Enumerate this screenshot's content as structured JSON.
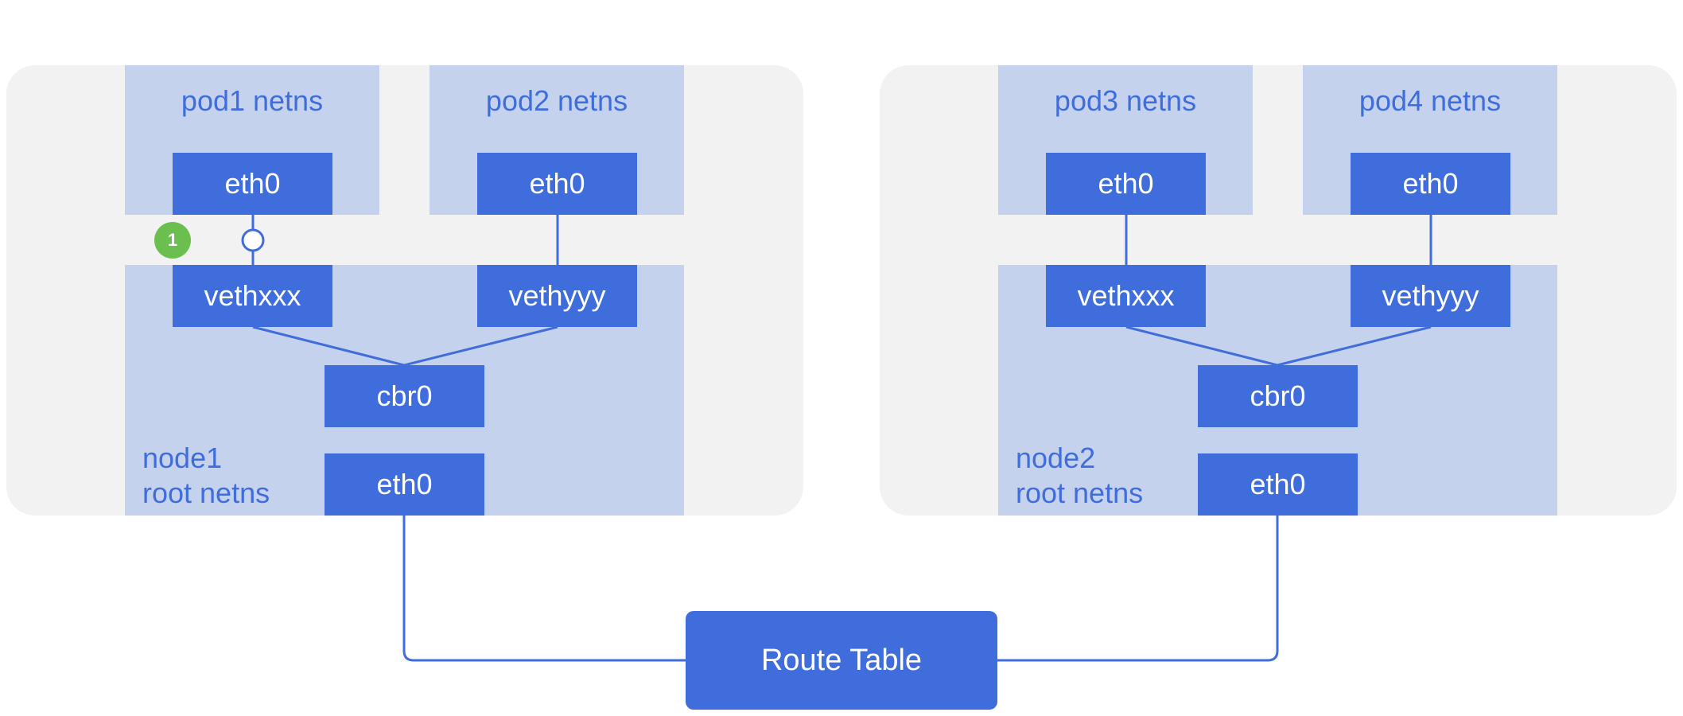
{
  "colors": {
    "interface": "#3f6ddc",
    "netns": "#c5d2ed",
    "panel": "#f2f2f2",
    "badge": "#6bbf4e",
    "line": "#3f6ddc"
  },
  "node1": {
    "pod1_label": "pod1 netns",
    "pod2_label": "pod2 netns",
    "pod1_eth": "eth0",
    "pod2_eth": "eth0",
    "veth_a": "vethxxx",
    "veth_b": "vethyyy",
    "bridge": "cbr0",
    "root_line1": "node1",
    "root_line2": "root netns",
    "root_eth": "eth0",
    "badge": "1"
  },
  "node2": {
    "pod3_label": "pod3 netns",
    "pod4_label": "pod4 netns",
    "pod3_eth": "eth0",
    "pod4_eth": "eth0",
    "veth_a": "vethxxx",
    "veth_b": "vethyyy",
    "bridge": "cbr0",
    "root_line1": "node2",
    "root_line2": "root netns",
    "root_eth": "eth0"
  },
  "route_table": "Route Table"
}
